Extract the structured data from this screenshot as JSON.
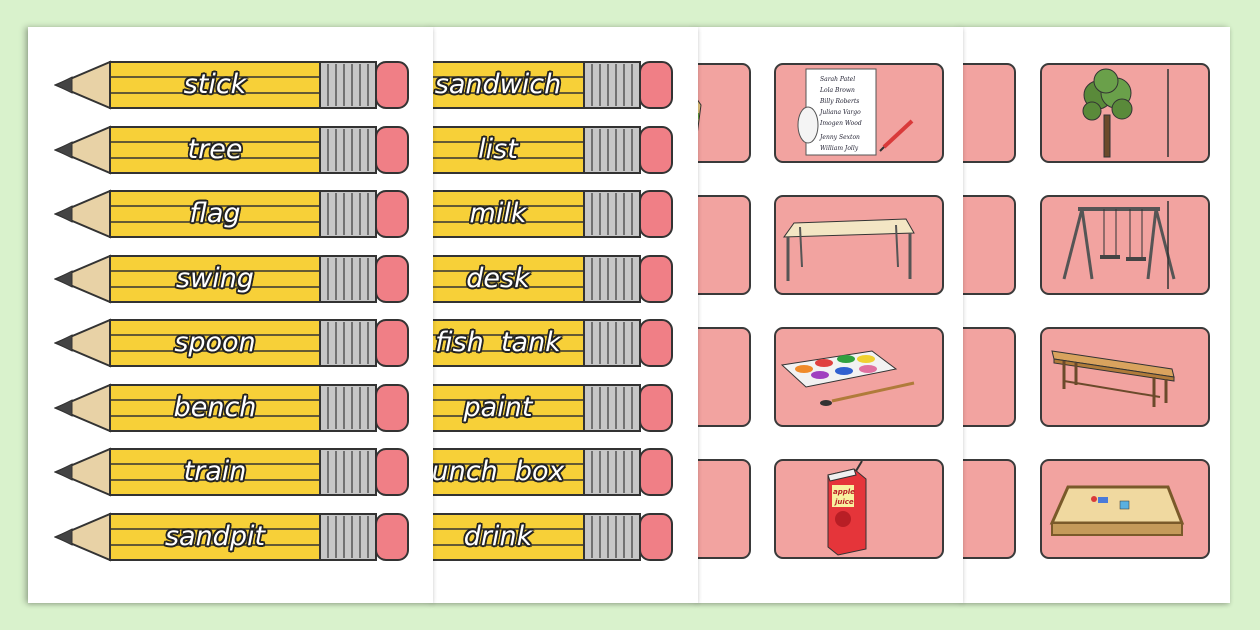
{
  "colors": {
    "background": "#d9f2cc",
    "card_pink": "#f2a3a0",
    "pencil_yellow": "#f7d038",
    "eraser_pink": "#f07f86",
    "ferrule_grey": "#c7c7c7"
  },
  "pencil_words_left": [
    "stick",
    "tree",
    "flag",
    "swing",
    "spoon",
    "bench",
    "train",
    "sandpit"
  ],
  "pencil_words_right": [
    "sandwich",
    "list",
    "milk",
    "desk",
    "fish  tank",
    "paint",
    "unch  box",
    "drink"
  ],
  "list_card": {
    "names": [
      "Sarah Patel",
      "Lola Brown",
      "Billy Roberts",
      "Juliana Vargo",
      "Imogen Wood",
      "Jenny Sexton",
      "William Jolly"
    ]
  },
  "juice_card": {
    "carton_text": [
      "apple",
      "juice"
    ]
  },
  "picture_cards_sheet3": [
    "list-picture",
    "desk-picture",
    "paint-picture",
    "juice-picture"
  ],
  "picture_cards_sheet4": [
    "tree-picture",
    "swing-picture",
    "bench-picture",
    "sandpit-picture"
  ],
  "icons": [
    "pencil-icon",
    "tree-icon",
    "swing-icon",
    "desk-icon",
    "paint-palette-icon",
    "bench-icon",
    "juice-carton-icon",
    "sandpit-icon",
    "list-scroll-icon"
  ]
}
